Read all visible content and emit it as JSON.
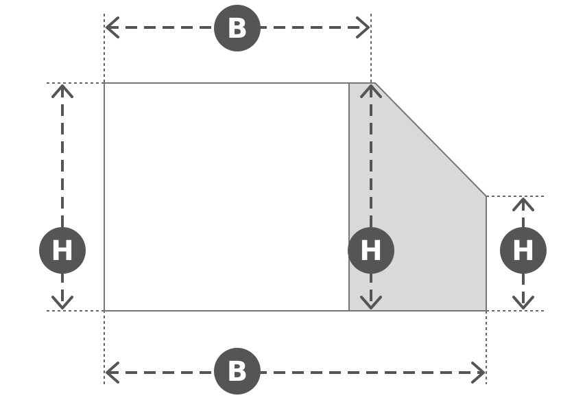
{
  "colors": {
    "background": "#ffffff",
    "outline": "#757575",
    "shaded_fill": "#d9d9d9",
    "dimension_line": "#555555",
    "extension_line": "#333333",
    "badge_fill": "#555555",
    "badge_text": "#ffffff"
  },
  "labels": {
    "top_width": "B",
    "bottom_width": "B",
    "left_height": "H",
    "middle_height": "H",
    "right_height": "H"
  }
}
